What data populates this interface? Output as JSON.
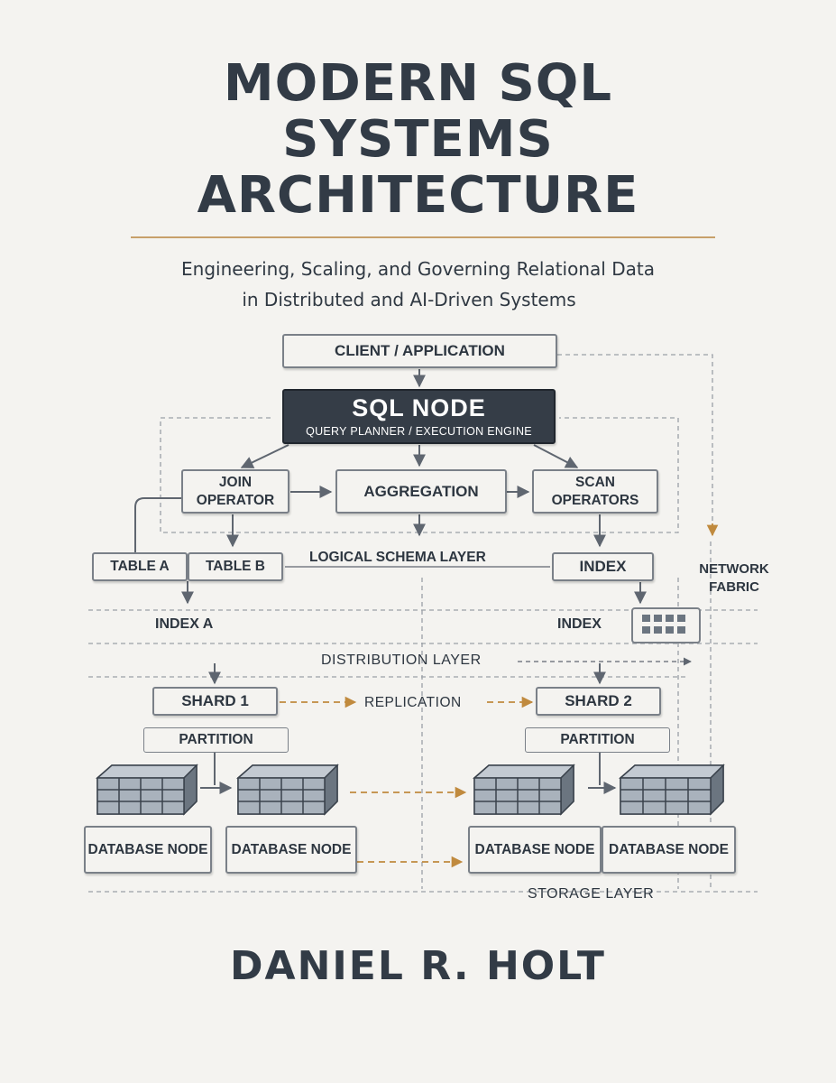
{
  "title": [
    "MODERN SQL",
    "SYSTEMS",
    "ARCHITECTURE"
  ],
  "subtitle": [
    "Engineering, Scaling, and Governing Relational Data",
    "in Distributed and AI-Driven Systems"
  ],
  "diagram": {
    "client": "CLIENT / APPLICATION",
    "sql_node": {
      "title": "SQL NODE",
      "subtitle": "QUERY PLANNER / EXECUTION ENGINE"
    },
    "join_operator": "JOIN OPERATOR",
    "aggregation": "AGGREGATION",
    "scan_operators": "SCAN OPERATORS",
    "table_a": "TABLE A",
    "table_b": "TABLE B",
    "logical_schema_layer": "LOGICAL SCHEMA LAYER",
    "index": "INDEX",
    "network_fabric": "NETWORK FABRIC",
    "index_a": "INDEX A",
    "index_label": "INDEX",
    "distribution_layer": "DISTRIBUTION LAYER",
    "shard_1": "SHARD 1",
    "replication": "REPLICATION",
    "shard_2": "SHARD 2",
    "partition_left": "PARTITION",
    "partition_right": "PARTITION",
    "database_nodes": [
      "DATABASE NODE",
      "DATABASE NODE",
      "DATABASE NODE",
      "DATABASE NODE"
    ],
    "storage_layer": "STORAGE LAYER"
  },
  "author": "DANIEL R. HOLT",
  "colors": {
    "text": "#323b46",
    "accent": "#c7a06a",
    "dark_box": "#353d47",
    "line": "#5f6670"
  }
}
